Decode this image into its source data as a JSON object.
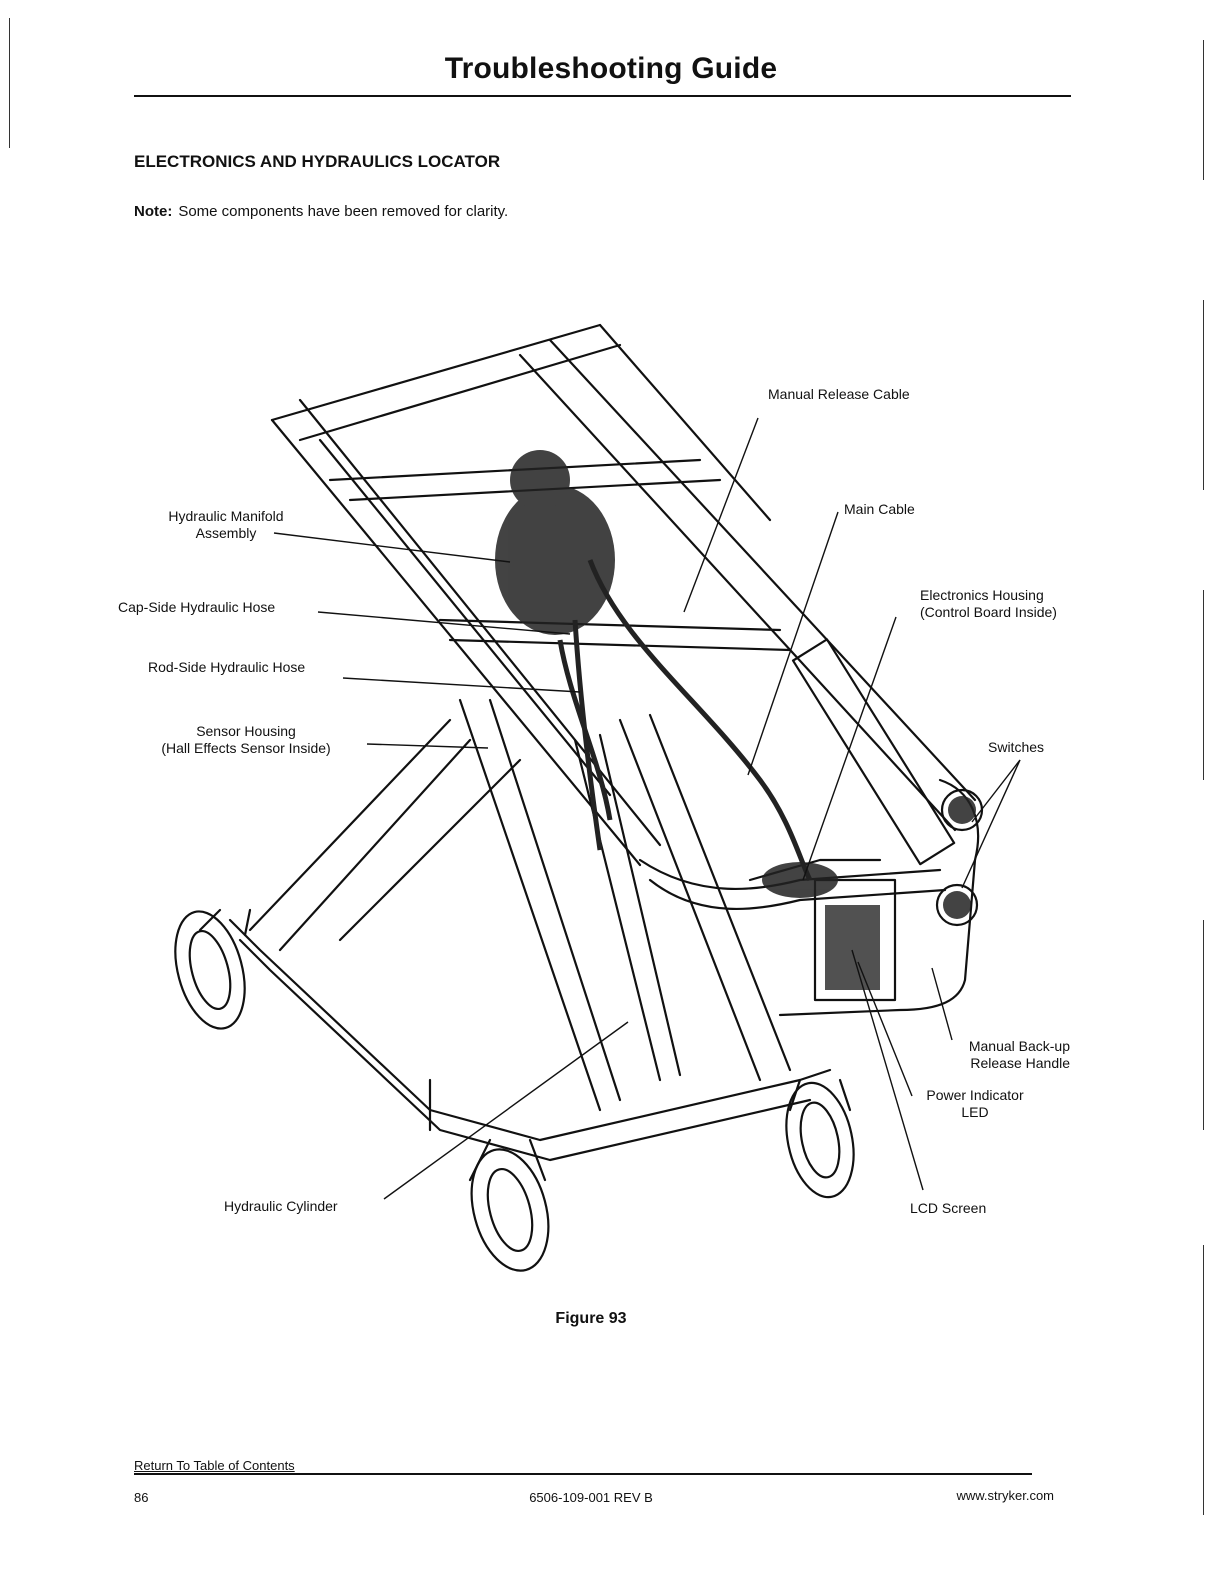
{
  "header": {
    "title": "Troubleshooting Guide"
  },
  "section": {
    "heading": "ELECTRONICS AND HYDRAULICS LOCATOR",
    "note_label": "Note:",
    "note_text": "Some components have been removed for clarity."
  },
  "figure": {
    "callouts": {
      "manual_release_cable": "Manual Release Cable",
      "main_cable": "Main Cable",
      "hydraulic_manifold_1": "Hydraulic Manifold",
      "hydraulic_manifold_2": "Assembly",
      "cap_side_hose": "Cap-Side Hydraulic Hose",
      "rod_side_hose": "Rod-Side Hydraulic Hose",
      "sensor_housing_1": "Sensor Housing",
      "sensor_housing_2": "(Hall Effects Sensor Inside)",
      "electronics_housing_1": "Electronics Housing",
      "electronics_housing_2": "(Control Board Inside)",
      "switches": "Switches",
      "manual_backup_1": "Manual Back-up",
      "manual_backup_2": "Release Handle",
      "power_indicator_1": "Power Indicator",
      "power_indicator_2": "LED",
      "hydraulic_cylinder": "Hydraulic Cylinder",
      "lcd_screen": "LCD Screen"
    },
    "caption": "Figure 93"
  },
  "footer": {
    "toc_link": "Return To Table of Contents",
    "page_number": "86",
    "doc_id": "6506-109-001 REV B",
    "website": "www.stryker.com"
  }
}
